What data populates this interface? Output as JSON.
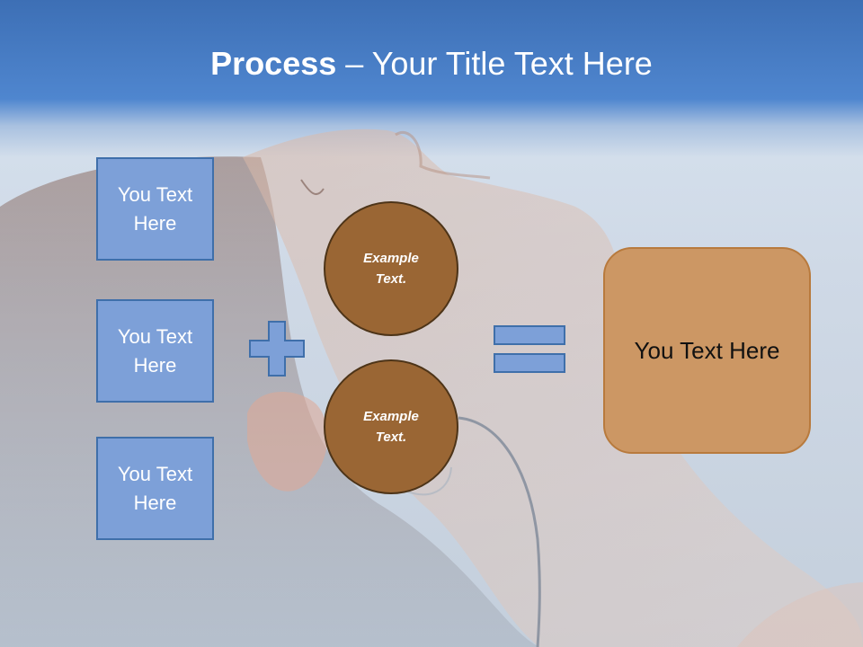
{
  "title": {
    "bold": "Process",
    "rest": " – Your Title Text Here"
  },
  "left_boxes": [
    {
      "text": "You Text\nHere"
    },
    {
      "text": "You Text\nHere"
    },
    {
      "text": "You Text\nHere"
    }
  ],
  "circles": [
    {
      "text": "Example\nText."
    },
    {
      "text": "Example\nText."
    }
  ],
  "result": {
    "text": "You Text Here"
  },
  "colors": {
    "box_fill": "#7da0d8",
    "box_border": "#3f6faa",
    "circle_fill": "#9a6634",
    "circle_border": "#4d3418",
    "result_fill": "#cc9764",
    "result_border": "#b87a3d",
    "header_blue": "#4f86cf"
  },
  "icons": {
    "plus": "plus-icon",
    "equals": "equals-icon"
  }
}
